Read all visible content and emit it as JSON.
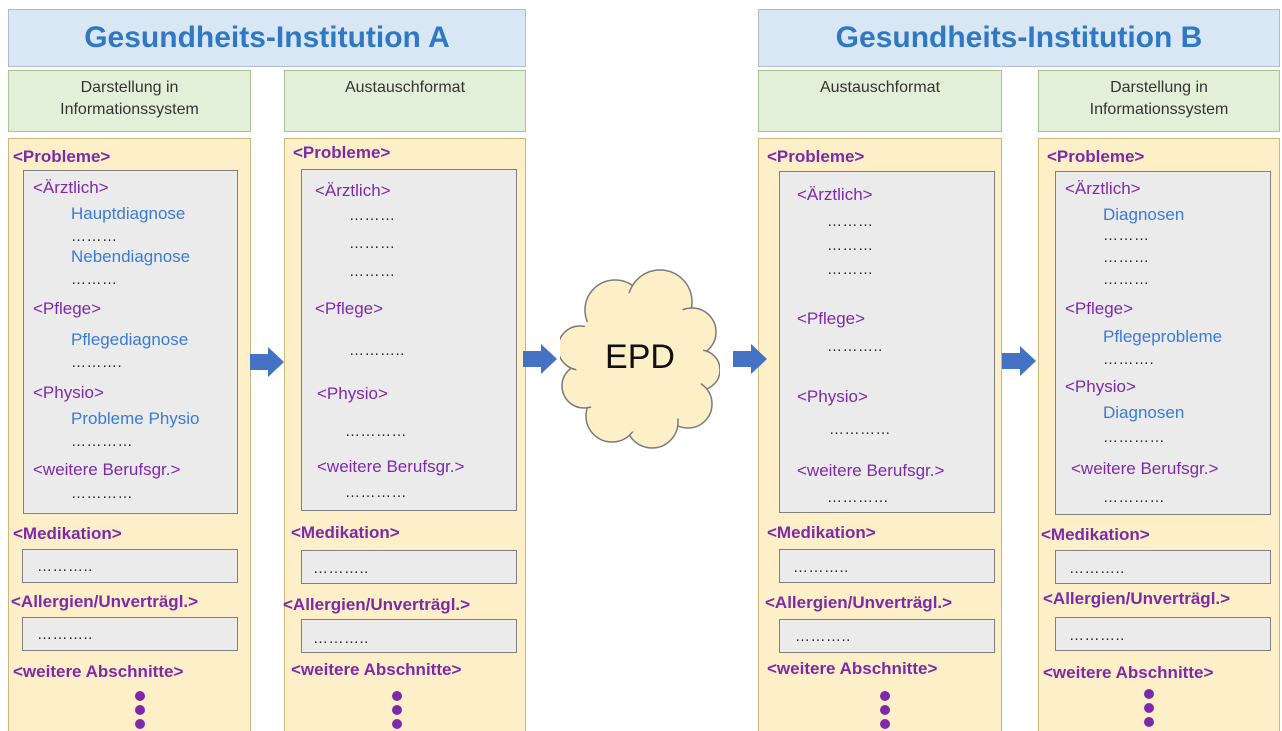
{
  "institutions": {
    "a": {
      "title": "Gesundheits-Institution A"
    },
    "b": {
      "title": "Gesundheits-Institution B"
    }
  },
  "columns": {
    "c1": {
      "header": "Darstellung in Informationssystem",
      "section_probleme": "<Probleme>",
      "g1": "<Ärztlich>",
      "g1_items": [
        "Hauptdiagnose",
        "………",
        "Nebendiagnose",
        "………"
      ],
      "g2": "<Pflege>",
      "g2_items": [
        "Pflegediagnose",
        "………."
      ],
      "g3": "<Physio>",
      "g3_items": [
        "Probleme Physio",
        "…………"
      ],
      "g4": "<weitere Berufsgr.>",
      "g4_items": [
        "…………"
      ],
      "section_medikation": "<Medikation>",
      "medikation_value": "………..",
      "section_allergien": "<Allergien/Unverträgl.>",
      "allergien_value": "………..",
      "section_weitere": "<weitere Abschnitte>"
    },
    "c2": {
      "header": "Austauschformat",
      "section_probleme": "<Probleme>",
      "g1": "<Ärztlich>",
      "g1_items": [
        "………",
        "………",
        "………"
      ],
      "g2": "<Pflege>",
      "g2_items": [
        "……….."
      ],
      "g3": "<Physio>",
      "g3_items": [
        "…………"
      ],
      "g4": "<weitere Berufsgr.>",
      "g4_items": [
        "…………"
      ],
      "section_medikation": "<Medikation>",
      "medikation_value": "………..",
      "section_allergien": "<Allergien/Unverträgl.>",
      "allergien_value": "………..",
      "section_weitere": "<weitere Abschnitte>"
    },
    "c3": {
      "header": "Austauschformat",
      "section_probleme": "<Probleme>",
      "g1": "<Ärztlich>",
      "g1_items": [
        "………",
        "………",
        "………"
      ],
      "g2": "<Pflege>",
      "g2_items": [
        "……….."
      ],
      "g3": "<Physio>",
      "g3_items": [
        "…………"
      ],
      "g4": "<weitere Berufsgr.>",
      "g4_items": [
        "…………"
      ],
      "section_medikation": "<Medikation>",
      "medikation_value": "………..",
      "section_allergien": "<Allergien/Unverträgl.>",
      "allergien_value": "………..",
      "section_weitere": "<weitere Abschnitte>"
    },
    "c4": {
      "header": "Darstellung in Informationssystem",
      "section_probleme": "<Probleme>",
      "g1": "<Ärztlich>",
      "g1_items": [
        "Diagnosen",
        "………",
        "………",
        "………"
      ],
      "g2": "<Pflege>",
      "g2_items": [
        "Pflegeprobleme",
        "………."
      ],
      "g3": "<Physio>",
      "g3_items": [
        "Diagnosen",
        "…………"
      ],
      "g4": "<weitere Berufsgr.>",
      "g4_items": [
        "…………"
      ],
      "section_medikation": "<Medikation>",
      "medikation_value": "………..",
      "section_allergien": "<Allergien/Unverträgl.>",
      "allergien_value": "………..",
      "section_weitere": "<weitere Abschnitte>"
    }
  },
  "cloud": {
    "label": "EPD"
  },
  "colors": {
    "header_blue": "#2f78c4",
    "section_purple": "#7e2aa8",
    "item_blue": "#3a7bd5",
    "arrow": "#4472c4",
    "column_bg": "#fdf0c8",
    "cloud_bg": "#fdf0c8"
  }
}
